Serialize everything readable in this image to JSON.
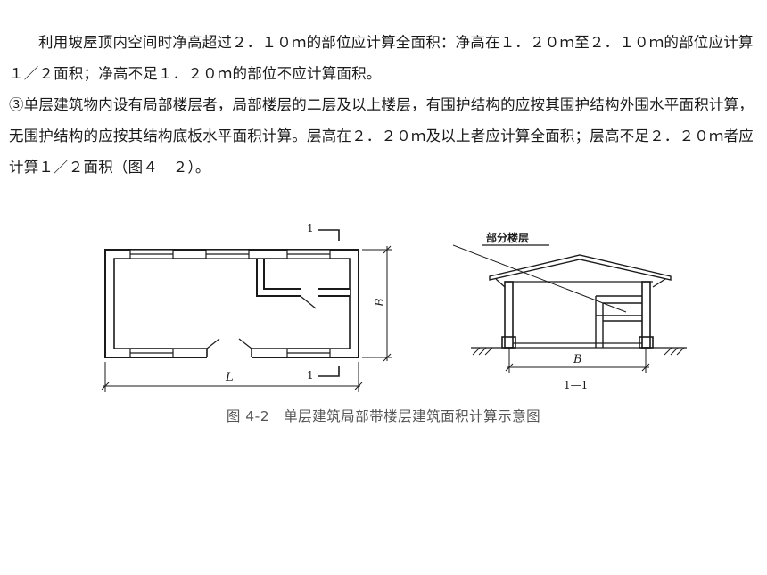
{
  "document": {
    "paragraph1": "利用坡屋顶内空间时净高超过２．１０ｍ的部位应计算全面积：净高在１．２０ｍ至２．１０ｍ的部位应计算１／２面积；净高不足１．２０ｍ的部位不应计算面积。",
    "paragraph2": "③单层建筑物内设有局部楼层者，局部楼层的二层及以上楼层，有围护结构的应按其围护结构外围水平面积计算，无围护结构的应按其结构底板水平面积计算。层高在２．２０ｍ及以上者应计算全面积；层高不足２．２０ｍ者应计算１／２面积（图４　２）。"
  },
  "figure": {
    "plan_section_mark_top": "1",
    "plan_section_mark_bottom": "1",
    "plan_dim_length": "L",
    "plan_dim_width": "B",
    "section_callout": "部分楼层",
    "section_dim_width": "B",
    "section_title": "1—1",
    "caption": "图 4-2　单层建筑局部带楼层建筑面积计算示意图"
  }
}
